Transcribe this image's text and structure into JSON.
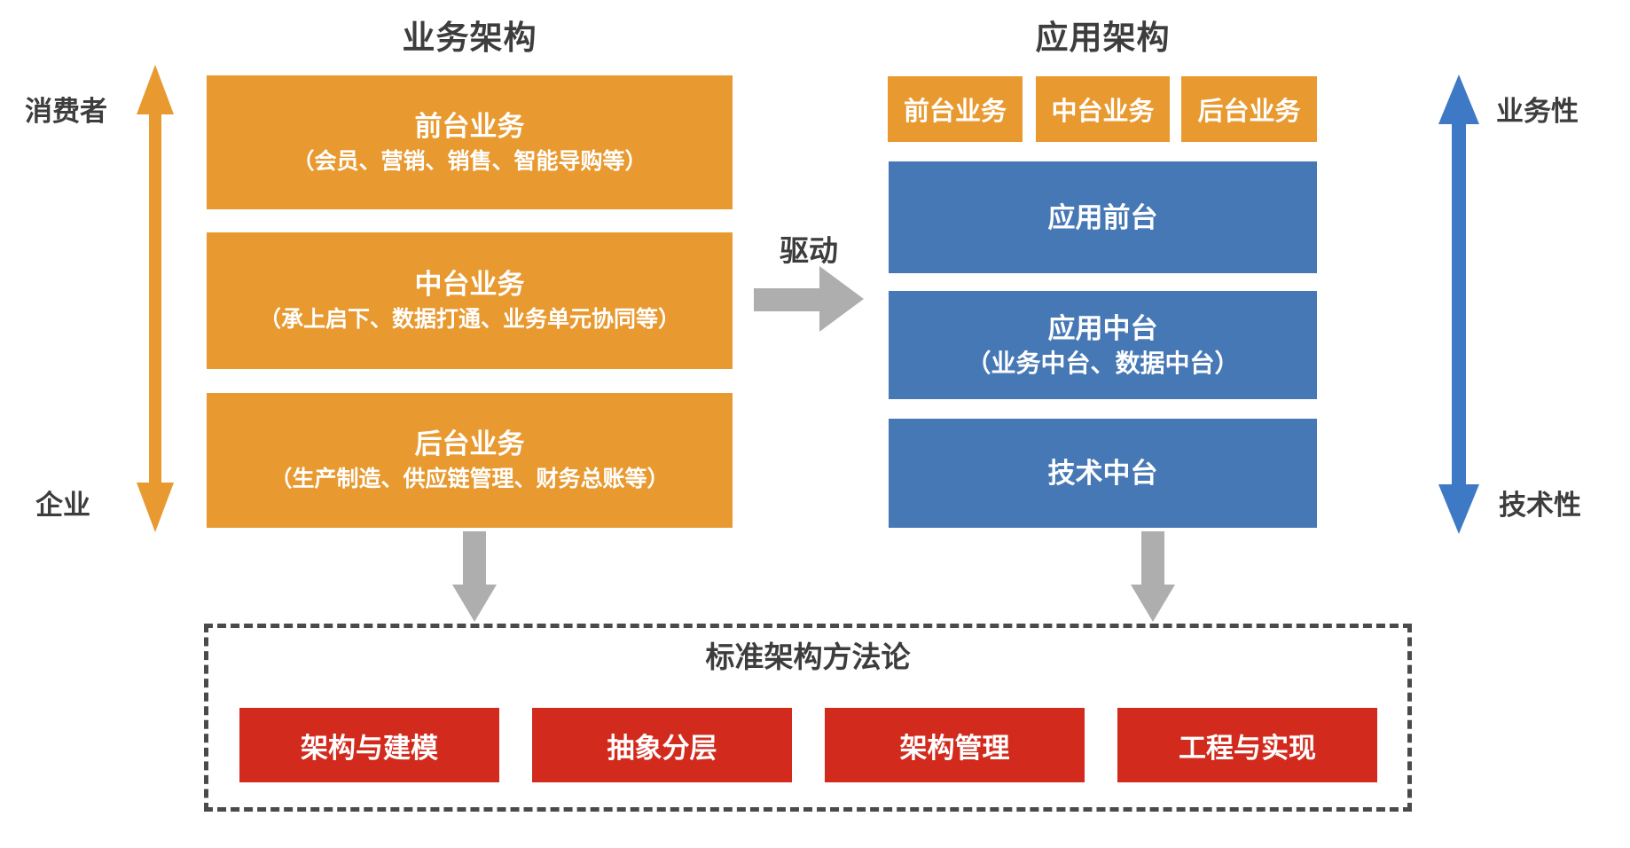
{
  "colors": {
    "orange": "#E8992F",
    "blue": "#4678B5",
    "blue_arrow": "#3E79C5",
    "red": "#D22B1E",
    "gray_arrow": "#AEAEAE",
    "dashed_border": "#4A4A4A",
    "text_dark": "#3D3D3D"
  },
  "left": {
    "title": "业务架构",
    "axis": {
      "top_label": "消费者",
      "bottom_label": "企业"
    },
    "boxes": [
      {
        "title": "前台业务",
        "subtitle": "（会员、营销、销售、智能导购等）"
      },
      {
        "title": "中台业务",
        "subtitle": "（承上启下、数据打通、业务单元协同等）"
      },
      {
        "title": "后台业务",
        "subtitle": "（生产制造、供应链管理、财务总账等）"
      }
    ]
  },
  "drive": {
    "label": "驱动"
  },
  "right": {
    "title": "应用架构",
    "axis": {
      "top_label": "业务性",
      "bottom_label": "技术性"
    },
    "small_boxes": [
      {
        "label": "前台业务"
      },
      {
        "label": "中台业务"
      },
      {
        "label": "后台业务"
      }
    ],
    "boxes": [
      {
        "title": "应用前台",
        "subtitle": ""
      },
      {
        "title": "应用中台",
        "subtitle": "（业务中台、数据中台）"
      },
      {
        "title": "技术中台",
        "subtitle": ""
      }
    ]
  },
  "methodology": {
    "title": "标准架构方法论",
    "items": [
      {
        "label": "架构与建模"
      },
      {
        "label": "抽象分层"
      },
      {
        "label": "架构管理"
      },
      {
        "label": "工程与实现"
      }
    ]
  }
}
